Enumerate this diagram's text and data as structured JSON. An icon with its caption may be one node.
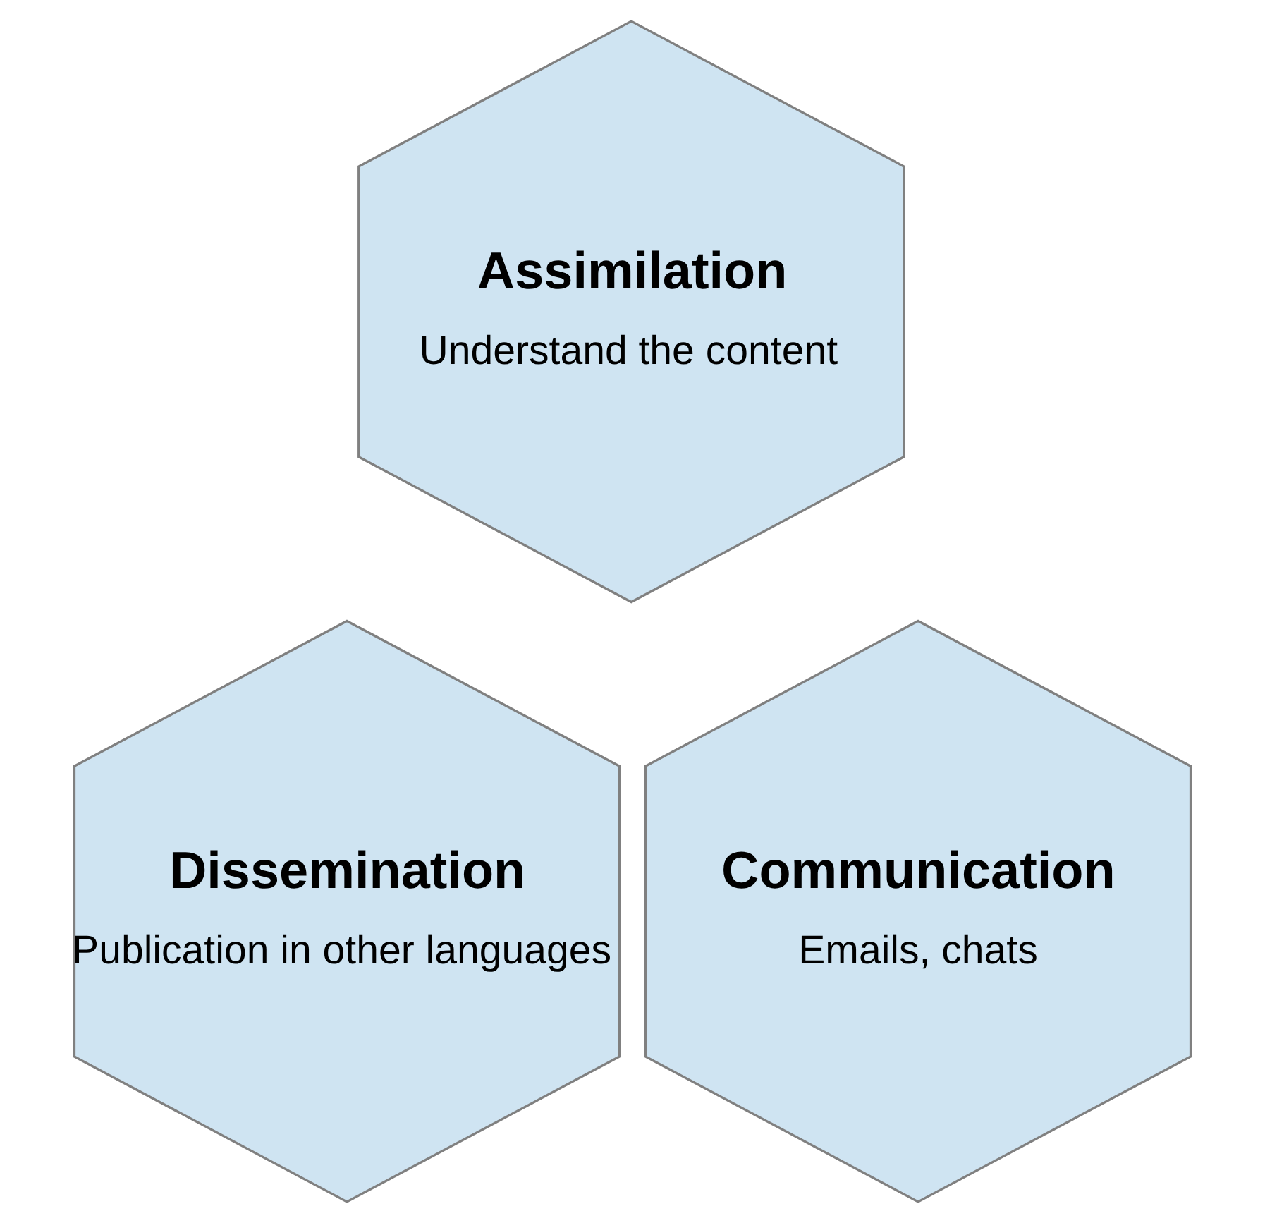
{
  "diagram": {
    "nodes": [
      {
        "text": [
          "Assimilation",
          "Understand the content"
        ]
      },
      {
        "text": [
          "Dissemination",
          "Publication in other languages"
        ]
      },
      {
        "text": [
          "Communication",
          "Emails, chats"
        ]
      }
    ]
  }
}
